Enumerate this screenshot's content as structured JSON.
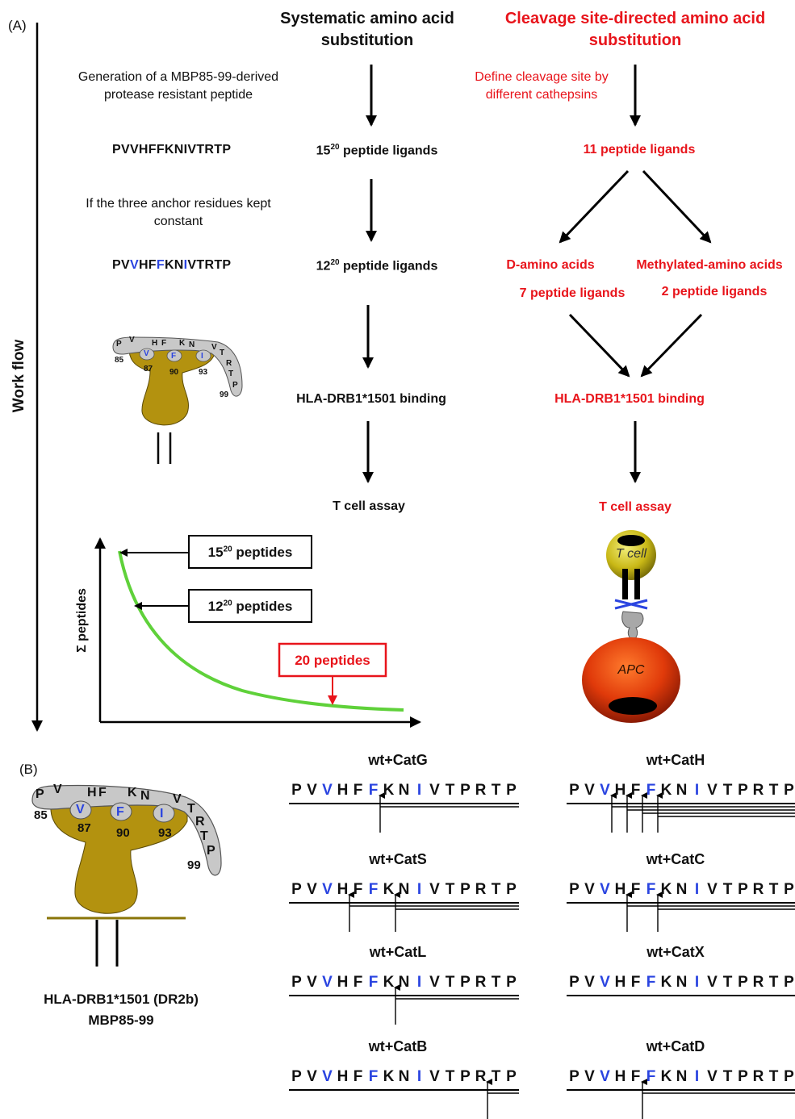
{
  "panel_a_label": "(A)",
  "panel_b_label": "(B)",
  "workflow_label": "Work flow",
  "col1_title": "Systematic amino acid substitution",
  "col2_title": "Cleavage site-directed amino acid substitution",
  "step_generation": "Generation of a MBP85-99-derived protease resistant peptide",
  "step_define": "Define cleavage site by different cathepsins",
  "seq_plain": "PVVHFFKNIVTRTP",
  "step_anchor": "If the three anchor residues kept constant",
  "seq_anchor": [
    {
      "t": "PV",
      "c": "black"
    },
    {
      "t": "V",
      "c": "blue"
    },
    {
      "t": "HF",
      "c": "black"
    },
    {
      "t": "F",
      "c": "blue"
    },
    {
      "t": "KN",
      "c": "black"
    },
    {
      "t": "I",
      "c": "blue"
    },
    {
      "t": "VTRTP",
      "c": "black"
    }
  ],
  "lig15": {
    "base": "15",
    "exp": "20",
    "rest": " peptide ligands"
  },
  "lig12": {
    "base": "12",
    "exp": "20",
    "rest": " peptide ligands"
  },
  "lig11": "11 peptide ligands",
  "d_amino": "D-amino acids",
  "methylated": "Methylated-amino acids",
  "lig7": "7 peptide ligands",
  "lig2": "2 peptide ligands",
  "hla_binding": "HLA-DRB1*1501 binding",
  "tcell_assay": "T cell assay",
  "box15": {
    "base": "15",
    "exp": "20",
    "rest": " peptides"
  },
  "box12": {
    "base": "12",
    "exp": "20",
    "rest": " peptides"
  },
  "box20": "20 peptides",
  "y_axis_label": "Σ peptides",
  "tcell_label": "T cell",
  "apc_label": "APC",
  "small_mhc": {
    "letters": [
      "P",
      "V",
      "V",
      "H",
      "F",
      "F",
      "K",
      "N",
      "I",
      "V",
      "T",
      "R",
      "T",
      "P"
    ],
    "numbers": [
      "85",
      "87",
      "90",
      "93",
      "99"
    ]
  },
  "caption_line1": "HLA-DRB1*1501 (DR2b)",
  "caption_line2": "MBP85-99",
  "cleavage_sequence": [
    {
      "t": "P",
      "c": "black"
    },
    {
      "t": "V",
      "c": "black"
    },
    {
      "t": "V",
      "c": "blue"
    },
    {
      "t": "H",
      "c": "black"
    },
    {
      "t": "F",
      "c": "black"
    },
    {
      "t": "F",
      "c": "blue"
    },
    {
      "t": "K",
      "c": "black"
    },
    {
      "t": "N",
      "c": "black"
    },
    {
      "t": "I",
      "c": "blue"
    },
    {
      "t": "V",
      "c": "black"
    },
    {
      "t": "T",
      "c": "black"
    },
    {
      "t": "P",
      "c": "black"
    },
    {
      "t": "R",
      "c": "black"
    },
    {
      "t": "T",
      "c": "black"
    },
    {
      "t": "P",
      "c": "black"
    }
  ],
  "cathepsins": [
    {
      "label": "wt+CatG",
      "cuts_after": [
        5
      ]
    },
    {
      "label": "wt+CatH",
      "cuts_after": [
        2,
        3,
        4,
        5
      ]
    },
    {
      "label": "wt+CatS",
      "cuts_after": [
        3,
        6
      ]
    },
    {
      "label": "wt+CatC",
      "cuts_after": [
        3,
        5
      ]
    },
    {
      "label": "wt+CatL",
      "cuts_after": [
        6
      ]
    },
    {
      "label": "wt+CatX",
      "cuts_after": []
    },
    {
      "label": "wt+CatB",
      "cuts_after": [
        12
      ]
    },
    {
      "label": "wt+CatD",
      "cuts_after": [
        4
      ]
    }
  ],
  "colors": {
    "red": "#e8141b",
    "blue": "#2a44e0",
    "green": "#5fd13a",
    "olive": "#b3920f",
    "grey": "#c8c8c8"
  }
}
